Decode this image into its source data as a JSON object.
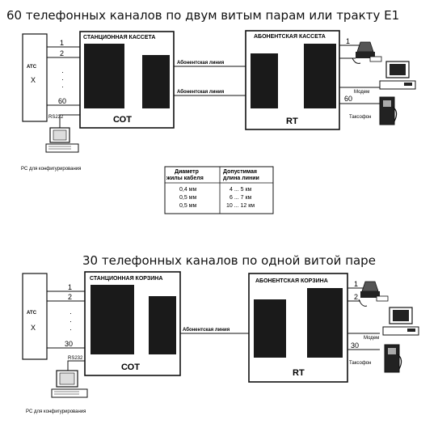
{
  "top": {
    "title": "60 телефонных  каналов по двум витым  парам или тракту Е1",
    "ats_label": "АТС",
    "ats_x": "X",
    "ch_1": "1",
    "ch_2": "2",
    "dots": "·",
    "ch_last": "60",
    "rs_label": "RS232",
    "station_title": "СТАНЦИОННАЯ КАССЕТА",
    "station_code": "СОТ",
    "line_1": "Абонентская линия",
    "line_2": "Абонентская линия",
    "subscriber_title": "АБОНЕНТСКАЯ КАССЕТА",
    "subscriber_code": "RT",
    "sub_ch_1": "1",
    "sub_ch_last": "60",
    "modem": "Модем",
    "payphone": "Таксофон",
    "pc_caption": "PC для конфигурирования"
  },
  "table": {
    "col1_header_1": "Диаметр",
    "col1_header_2": "жилы кабеля",
    "col2_header_1": "Допустимая",
    "col2_header_2": "длина линии",
    "rows": [
      {
        "diameter": "0,4 мм",
        "length": "4 ... 5 км"
      },
      {
        "diameter": "0,5 мм",
        "length": "6 ... 7 км"
      },
      {
        "diameter": "0,5 мм",
        "length": "10 ... 12 км"
      }
    ]
  },
  "bottom": {
    "title": "30 телефонных каналов по одной витой паре",
    "ats_label": "АТС",
    "ats_x": "X",
    "ch_1": "1",
    "ch_2": "2",
    "dots": "·",
    "ch_last": "30",
    "rs_label": "RS232",
    "station_title": "СТАНЦИОННАЯ КОРЗИНА",
    "station_code": "СОТ",
    "line_1": "Абонентская линия",
    "subscriber_title": "АБОНЕНТСКАЯ КОРЗИНА",
    "subscriber_code": "RT",
    "sub_ch_1": "1",
    "sub_ch_2": "2",
    "sub_ch_last": "30",
    "modem": "Модем",
    "payphone": "Таксофон",
    "pc_caption": "PC для конфигурирования"
  }
}
